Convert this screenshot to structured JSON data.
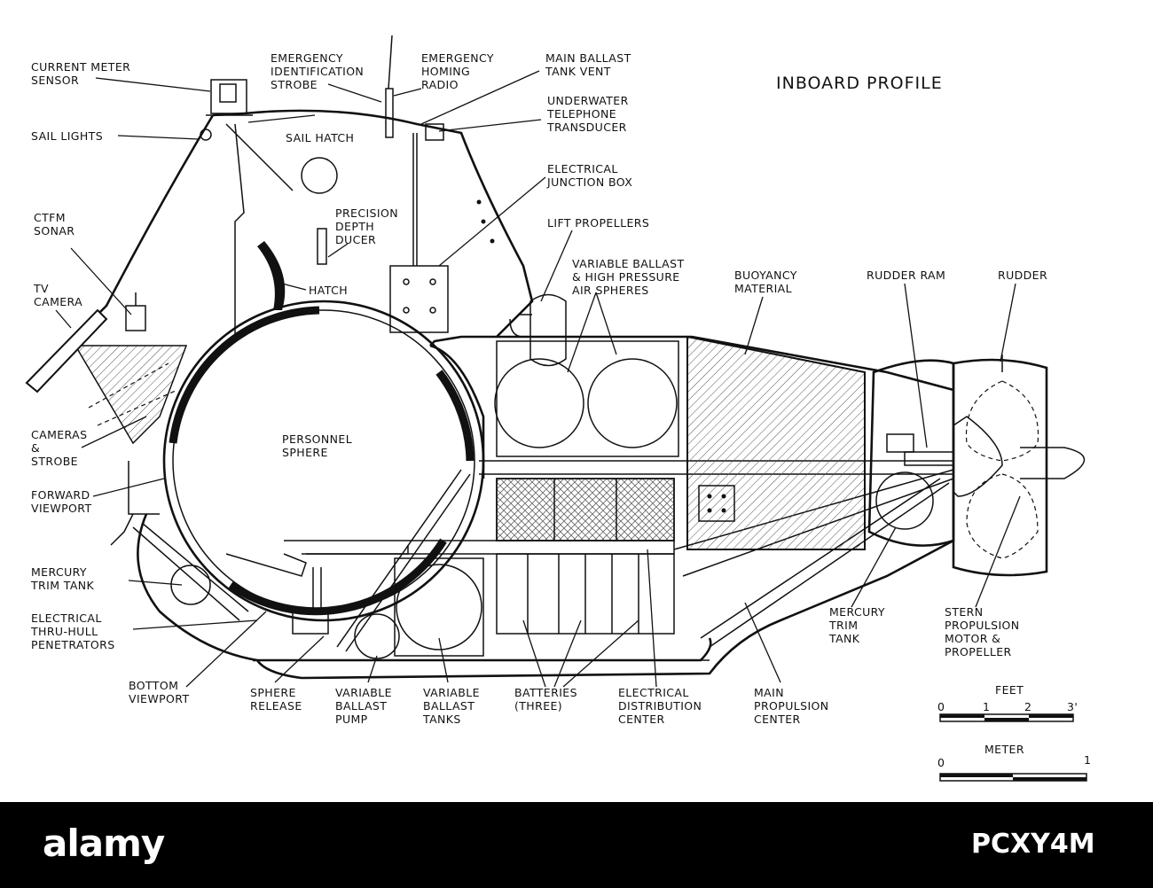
{
  "diagram": {
    "title": "INBOARD PROFILE",
    "labels": {
      "current_meter": [
        "CURRENT METER",
        "SENSOR"
      ],
      "emergency_strobe": [
        "EMERGENCY",
        "IDENTIFICATION",
        "STROBE"
      ],
      "homing_radio": [
        "EMERGENCY",
        "HOMING",
        "RADIO"
      ],
      "ballast_vent": [
        "MAIN BALLAST",
        "TANK VENT"
      ],
      "sail_lights": [
        "SAIL LIGHTS"
      ],
      "sail_hatch": [
        "SAIL HATCH"
      ],
      "telephone": [
        "UNDERWATER",
        "TELEPHONE",
        "TRANSDUCER"
      ],
      "junction_box": [
        "ELECTRICAL",
        "JUNCTION BOX"
      ],
      "ctfm_sonar": [
        "CTFM",
        "SONAR"
      ],
      "depth_ducer": [
        "PRECISION",
        "DEPTH",
        "DUCER"
      ],
      "lift_propellers": [
        "LIFT PROPELLERS"
      ],
      "hatch": [
        "HATCH"
      ],
      "air_spheres": [
        "VARIABLE BALLAST",
        "& HIGH PRESSURE",
        "AIR SPHERES"
      ],
      "buoyancy": [
        "BUOYANCY",
        "MATERIAL"
      ],
      "rudder_ram": [
        "RUDDER RAM"
      ],
      "rudder": [
        "RUDDER"
      ],
      "tv_camera": [
        "TV",
        "CAMERA"
      ],
      "personnel_sphere": [
        "PERSONNEL",
        "SPHERE"
      ],
      "cameras_strobe": [
        "CAMERAS",
        "&",
        "STROBE"
      ],
      "forward_viewport": [
        "FORWARD",
        "VIEWPORT"
      ],
      "mercury_trim_fwd": [
        "MERCURY",
        "TRIM TANK"
      ],
      "thru_hull": [
        "ELECTRICAL",
        "THRU-HULL",
        "PENETRATORS"
      ],
      "bottom_viewport": [
        "BOTTOM",
        "VIEWPORT"
      ],
      "sphere_release": [
        "SPHERE",
        "RELEASE"
      ],
      "ballast_pump": [
        "VARIABLE",
        "BALLAST",
        "PUMP"
      ],
      "ballast_tanks": [
        "VARIABLE",
        "BALLAST",
        "TANKS"
      ],
      "batteries": [
        "BATTERIES",
        "(THREE)"
      ],
      "distribution": [
        "ELECTRICAL",
        "DISTRIBUTION",
        "CENTER"
      ],
      "main_propulsion": [
        "MAIN",
        "PROPULSION",
        "CENTER"
      ],
      "mercury_trim_aft": [
        "MERCURY",
        "TRIM",
        "TANK"
      ],
      "stern_propulsion": [
        "STERN",
        "PROPULSION",
        "MOTOR &",
        "PROPELLER"
      ]
    },
    "scale_feet": {
      "title": "FEET",
      "ticks": [
        "0",
        "1",
        "2",
        "3'"
      ]
    },
    "scale_meter": {
      "title": "METER",
      "ticks": [
        "0",
        "1"
      ]
    }
  },
  "footer": {
    "brand": "alamy",
    "image_code": "PCXY4M",
    "background": "#000000",
    "text_color": "#ffffff"
  }
}
